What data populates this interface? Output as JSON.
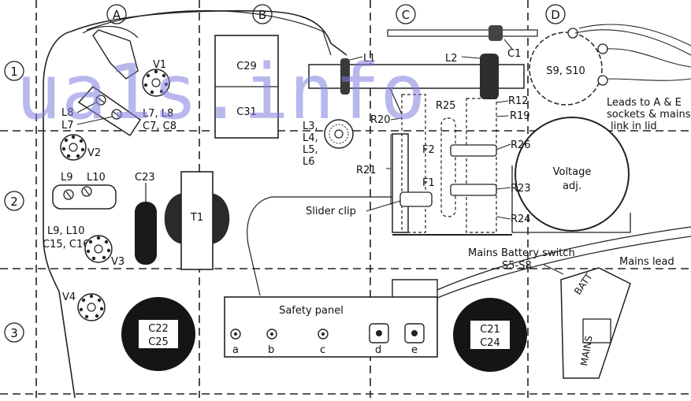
{
  "watermark": "ua1s.info",
  "grid": {
    "columns": [
      "A",
      "B",
      "C",
      "D"
    ],
    "rows": [
      "1",
      "2",
      "3"
    ]
  },
  "components": {
    "v1": "V1",
    "v2": "V2",
    "v3": "V3",
    "v4": "V4",
    "l7_l8_top": "L7, L8",
    "c7_c8": "C7, C8",
    "l8": "L8",
    "l7": "L7",
    "l9": "L9",
    "l10": "L10",
    "l9_l10": "L9, L10",
    "c15_c16": "C15, C16",
    "c23": "C23",
    "t1": "T1",
    "c29": "C29",
    "c31": "C31",
    "l1": "L1",
    "l2": "L2",
    "c1": "C1",
    "s9_s10": "S9, S10",
    "r12": "R12",
    "r19": "R19",
    "r20": "R20",
    "r21": "R21",
    "r23": "R23",
    "r24": "R24",
    "r25": "R25",
    "r26": "R26",
    "f1": "F1",
    "f2": "F2",
    "l3": "L3,",
    "l4": "L4,",
    "l5": "L5,",
    "l6": "L6",
    "voltage1": "Voltage",
    "voltage2": "adj.",
    "slider_clip": "Slider clip",
    "leads1": "Leads to A & E",
    "leads2": "sockets & mains",
    "leads3": "link in lid",
    "mains_battery_switch": "Mains Battery switch",
    "s5_s8": "S5-S8",
    "mains_lead": "Mains lead",
    "mains": "MAINS",
    "batt": "BATT",
    "c22": "C22",
    "c25": "C25",
    "c21": "C21",
    "c24": "C24"
  },
  "safety_panel": {
    "title": "Safety panel",
    "sockets": [
      "a",
      "b",
      "c",
      "d",
      "e"
    ]
  },
  "colors": {
    "ink": "#111111",
    "watermark": "#7f7fe0",
    "paper": "#ffffff"
  }
}
